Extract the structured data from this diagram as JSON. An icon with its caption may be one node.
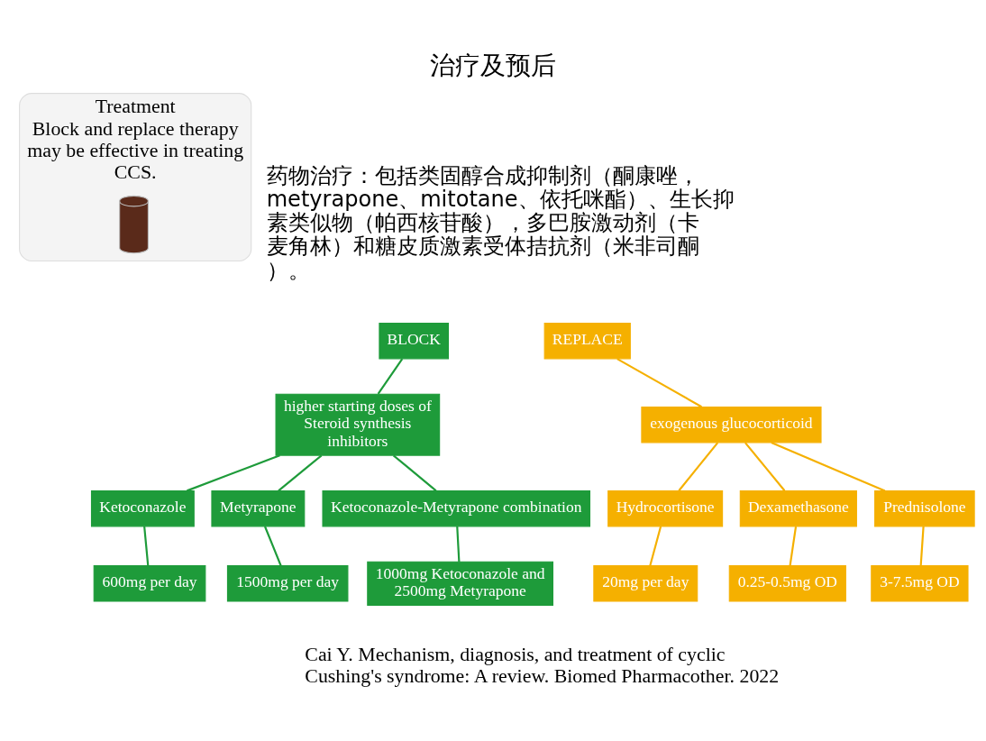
{
  "diagram": {
    "title": "治疗及预后",
    "caption": "Cai Y. Mechanism, diagnosis, and treatment of cyclic Cushing's syndrome: A review. Biomed Pharmacother. 2022",
    "nodes": [
      {
        "text": [
          "Treatment",
          "Block and replace therapy may be effective in treating CCS."
        ]
      },
      {
        "text": [],
        "shape": "picture",
        "in": 0
      },
      {
        "text": [
          "BLOCK"
        ]
      },
      {
        "text": [
          "higher starting doses of Steroid synthesis inhibitors"
        ]
      },
      {
        "text": [
          "Ketoconazole"
        ]
      },
      {
        "text": [
          "Metyrapone"
        ]
      },
      {
        "text": [
          "Ketoconazole-Metyrapone combination"
        ]
      },
      {
        "text": [
          "600mg per day"
        ]
      },
      {
        "text": [
          "1500mg per day"
        ]
      },
      {
        "text": [
          "1000mg Ketoconazole and 2500mg Metyrapone"
        ]
      },
      {
        "text": [
          "REPLACE"
        ]
      },
      {
        "text": [
          "exogenous glucocorticoid"
        ]
      },
      {
        "text": [
          "Hydrocortisone"
        ]
      },
      {
        "text": [
          "Dexamethasone"
        ]
      },
      {
        "text": [
          "Prednisolone"
        ]
      },
      {
        "text": [
          "20mg per day"
        ]
      },
      {
        "text": [
          "0.25-0.5mg OD"
        ]
      },
      {
        "text": [
          "3-7.5mg OD"
        ]
      }
    ],
    "edges": [
      {
        "from": 2,
        "to": 3,
        "arrow": "none",
        "color": "#1e9b3a"
      },
      {
        "from": 3,
        "to": 4,
        "arrow": "none",
        "color": "#1e9b3a"
      },
      {
        "from": 3,
        "to": 5,
        "arrow": "none",
        "color": "#1e9b3a"
      },
      {
        "from": 3,
        "to": 6,
        "arrow": "none",
        "color": "#1e9b3a"
      },
      {
        "from": 4,
        "to": 7,
        "arrow": "none",
        "color": "#1e9b3a"
      },
      {
        "from": 5,
        "to": 8,
        "arrow": "none",
        "color": "#1e9b3a"
      },
      {
        "from": 6,
        "to": 9,
        "arrow": "none",
        "color": "#1e9b3a"
      },
      {
        "from": 10,
        "to": 11,
        "arrow": "none",
        "color": "#f5b000"
      },
      {
        "from": 11,
        "to": 12,
        "arrow": "none",
        "color": "#f5b000"
      },
      {
        "from": 11,
        "to": 13,
        "arrow": "none",
        "color": "#f5b000"
      },
      {
        "from": 11,
        "to": 14,
        "arrow": "none",
        "color": "#f5b000"
      },
      {
        "from": 12,
        "to": 15,
        "arrow": "none",
        "color": "#f5b000"
      },
      {
        "from": 13,
        "to": 16,
        "arrow": "none",
        "color": "#f5b000"
      },
      {
        "from": 14,
        "to": 17,
        "arrow": "none",
        "color": "#f5b000"
      }
    ],
    "labels": [
      "药物治疗：包括类固醇合成抑制剂（酮康唑，metyrapone、mitotane、依托咪酯）、生长抑素类似物（帕西核苷酸），多巴胺激动剂（卡麦角林）和糖皮质激素受体拮抗剂（米非司酮）。"
    ]
  }
}
